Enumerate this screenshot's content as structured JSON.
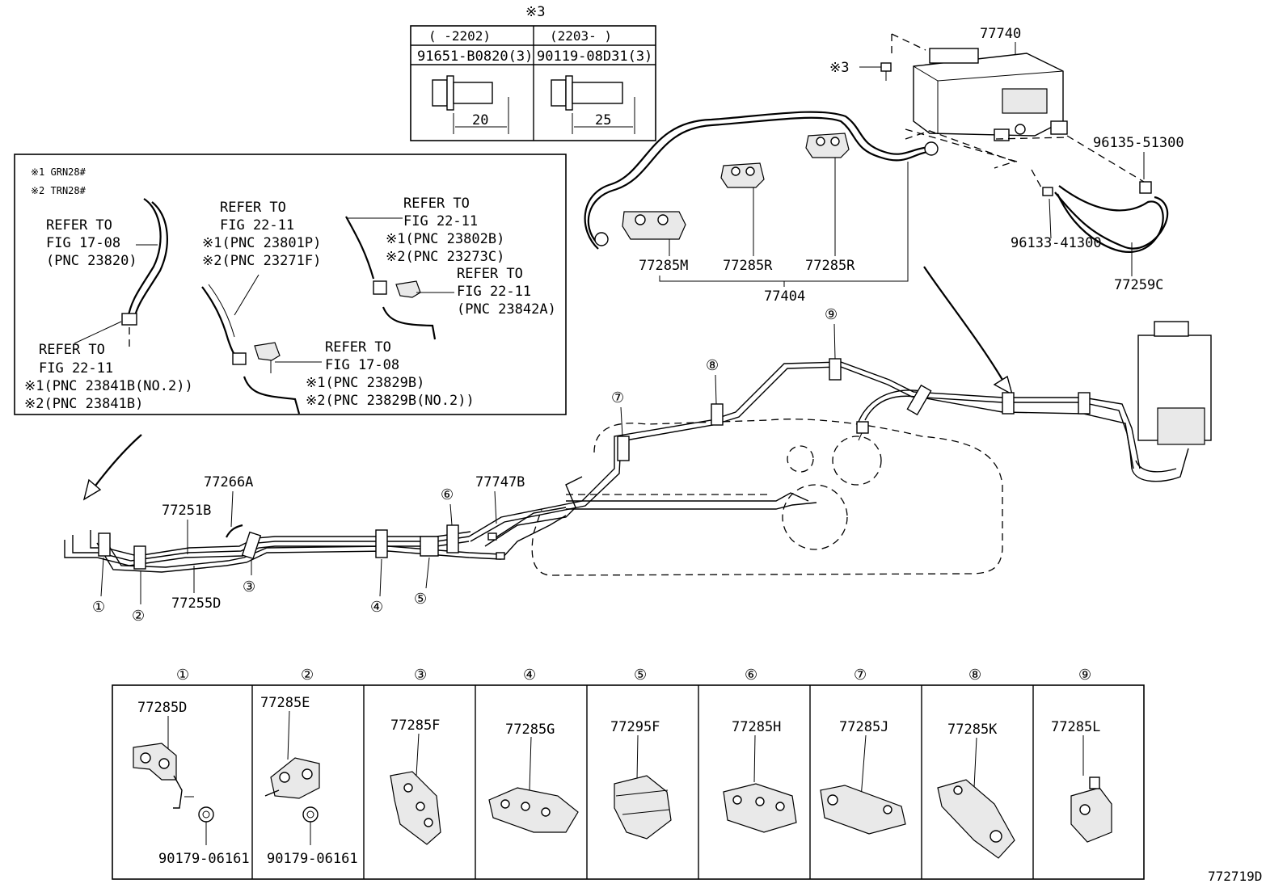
{
  "bolt_table": {
    "mark": "※3",
    "columns": [
      {
        "range": "(    -2202)",
        "part": "91651-B0820(3)",
        "length": "20"
      },
      {
        "range": "(2203-     )",
        "part": "90119-08D31(3)",
        "length": "25"
      }
    ]
  },
  "legend": {
    "note1": "※1 GRN28#",
    "note2": "※2 TRN28#",
    "refs": [
      {
        "l1": "REFER TO",
        "l2": "FIG 17-08",
        "l3": "(PNC 23820)",
        "l4": ""
      },
      {
        "l1": "REFER TO",
        "l2": "FIG 22-11",
        "l3": "※1(PNC 23801P)",
        "l4": "※2(PNC 23271F)"
      },
      {
        "l1": "REFER TO",
        "l2": "FIG 22-11",
        "l3": "※1(PNC 23802B)",
        "l4": "※2(PNC 23273C)"
      },
      {
        "l1": "REFER TO",
        "l2": "FIG 22-11",
        "l3": "(PNC 23842A)",
        "l4": ""
      },
      {
        "l1": "REFER TO",
        "l2": "FIG 22-11",
        "l3": "※1(PNC 23841B(NO.2))",
        "l4": "※2(PNC 23841B)"
      },
      {
        "l1": "REFER TO",
        "l2": "FIG 17-08",
        "l3": "※1(PNC 23829B)",
        "l4": "※2(PNC 23829B(NO.2))"
      }
    ]
  },
  "parts": {
    "canister": "77740",
    "bolt_mark": "※3",
    "clip_a": "96135-51300",
    "clip_b": "96133-41300",
    "hose": "77259C",
    "clamp_m": "77285M",
    "clamp_r1": "77285R",
    "clamp_r2": "77285R",
    "tube_assy": "77404",
    "tube_266": "77266A",
    "tube_251": "77251B",
    "tube_255": "77255D",
    "tube_747": "77747B"
  },
  "callouts": [
    "①",
    "②",
    "③",
    "④",
    "⑤",
    "⑥",
    "⑦",
    "⑧",
    "⑨"
  ],
  "clamp_table": [
    {
      "idx": "①",
      "part": "77285D",
      "nut": "90179-06161"
    },
    {
      "idx": "②",
      "part": "77285E",
      "nut": "90179-06161"
    },
    {
      "idx": "③",
      "part": "77285F",
      "nut": ""
    },
    {
      "idx": "④",
      "part": "77285G",
      "nut": ""
    },
    {
      "idx": "⑤",
      "part": "77295F",
      "nut": ""
    },
    {
      "idx": "⑥",
      "part": "77285H",
      "nut": ""
    },
    {
      "idx": "⑦",
      "part": "77285J",
      "nut": ""
    },
    {
      "idx": "⑧",
      "part": "77285K",
      "nut": ""
    },
    {
      "idx": "⑨",
      "part": "77285L",
      "nut": ""
    }
  ],
  "figure_id": "772719D"
}
